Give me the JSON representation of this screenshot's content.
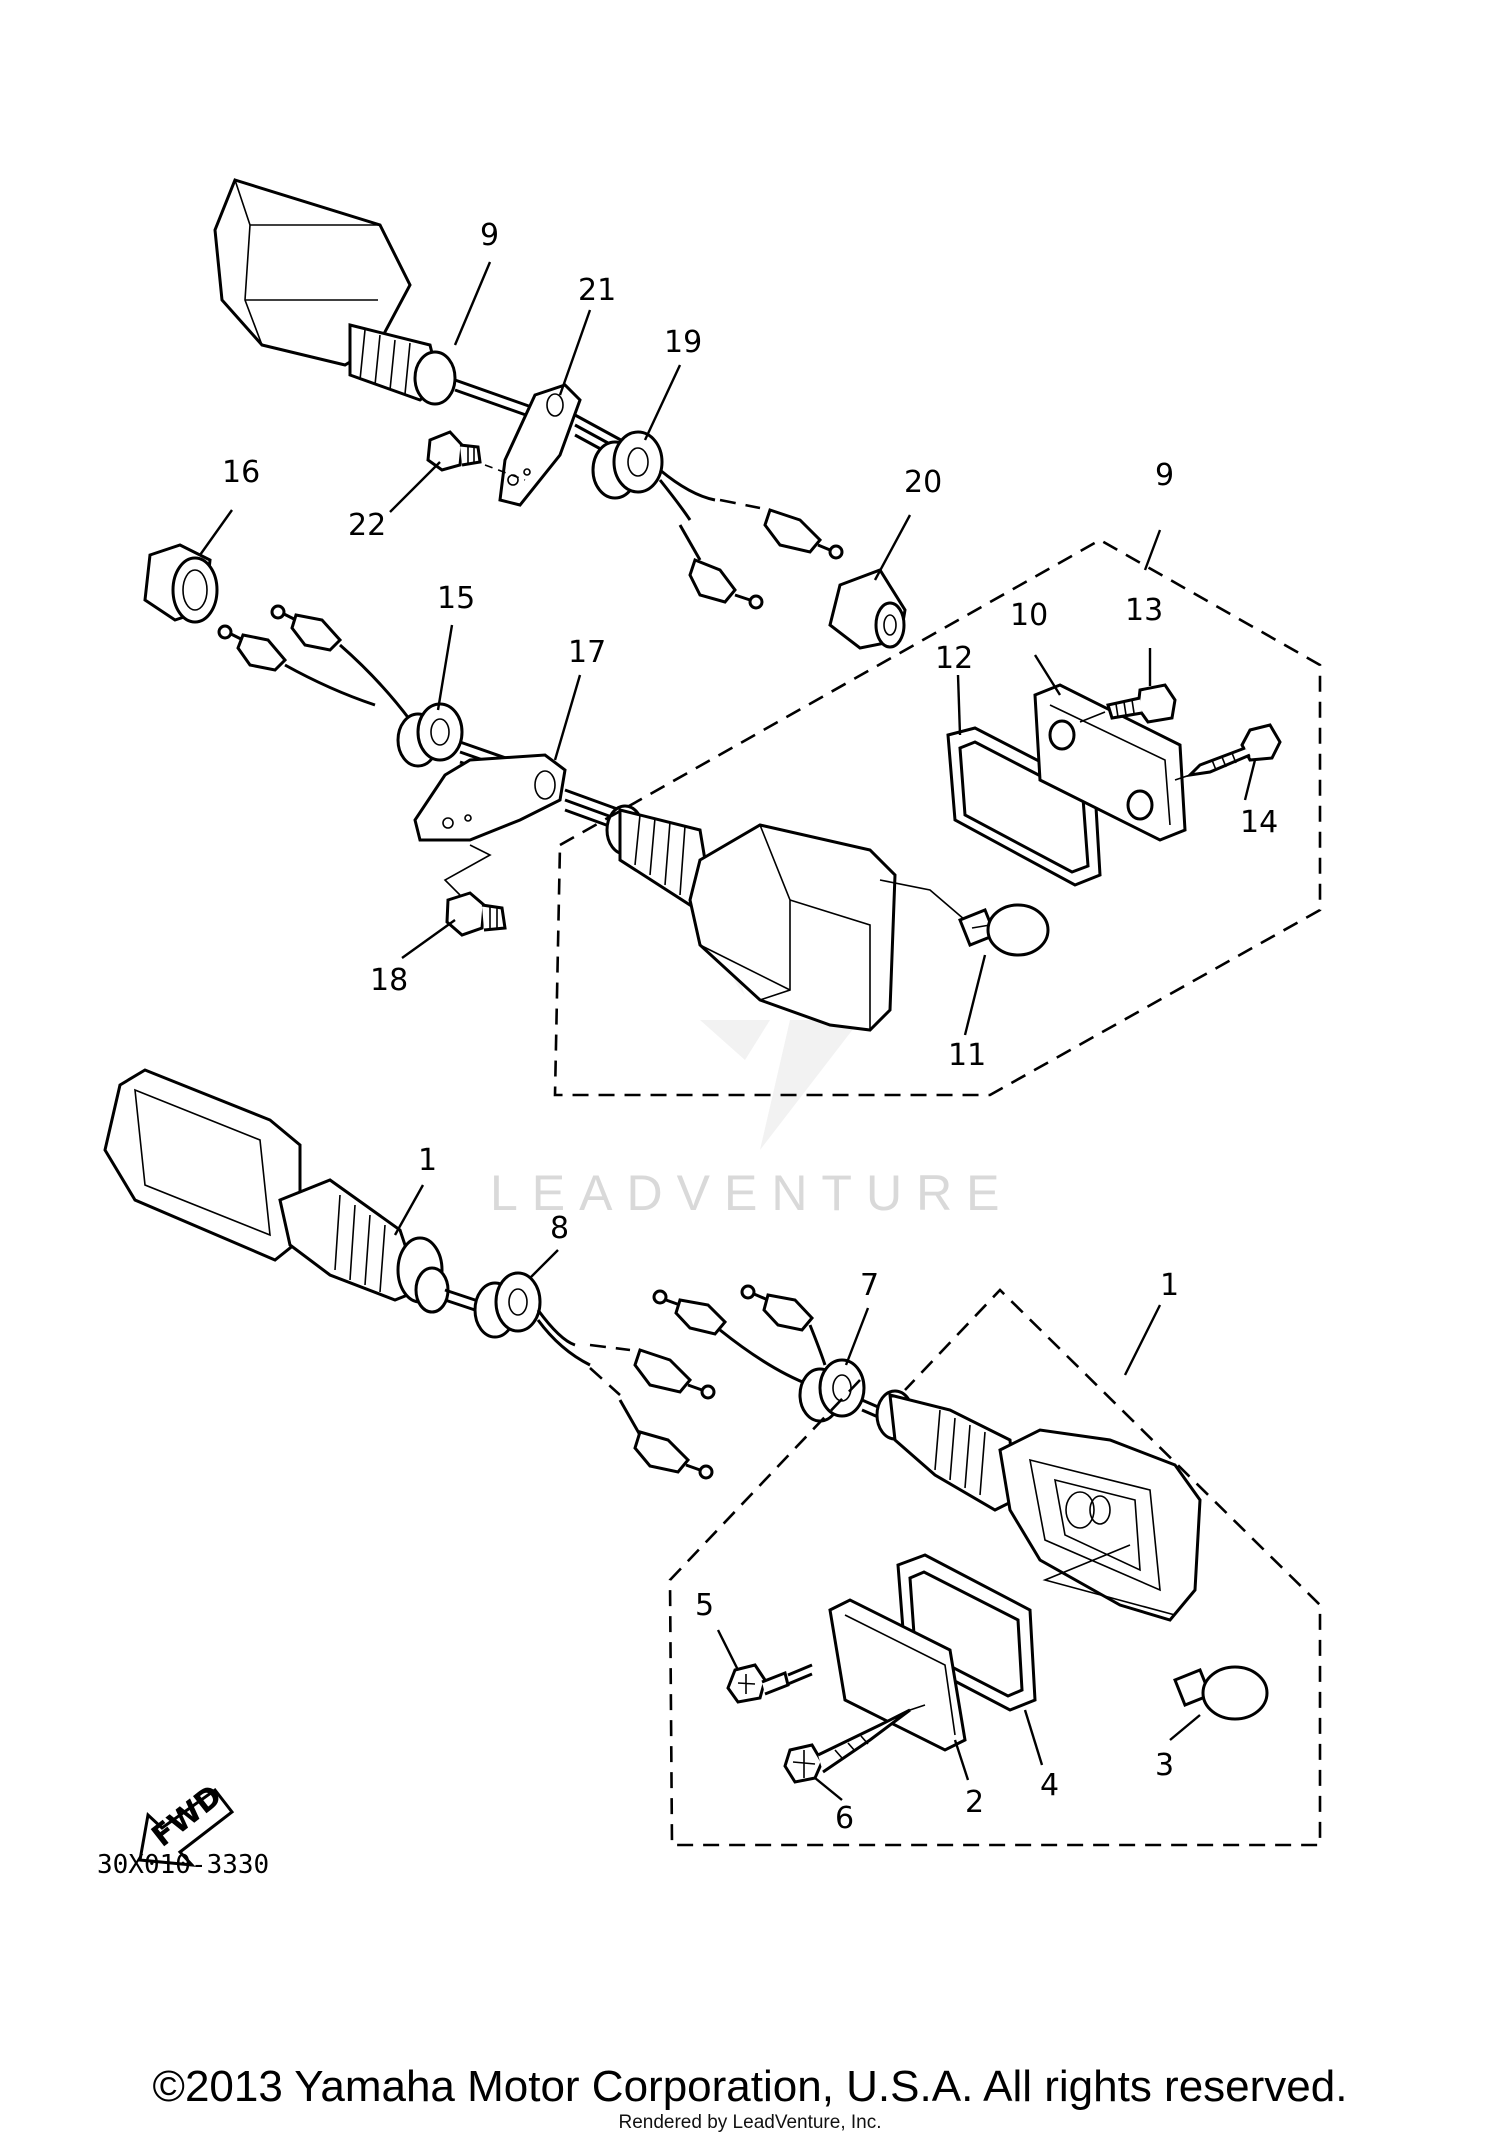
{
  "callouts": [
    {
      "id": "9-top",
      "label": "9"
    },
    {
      "id": "21",
      "label": "21"
    },
    {
      "id": "19",
      "label": "19"
    },
    {
      "id": "22",
      "label": "22"
    },
    {
      "id": "16",
      "label": "16"
    },
    {
      "id": "20",
      "label": "20"
    },
    {
      "id": "9-kit",
      "label": "9"
    },
    {
      "id": "15",
      "label": "15"
    },
    {
      "id": "17",
      "label": "17"
    },
    {
      "id": "10",
      "label": "10"
    },
    {
      "id": "13",
      "label": "13"
    },
    {
      "id": "12",
      "label": "12"
    },
    {
      "id": "14",
      "label": "14"
    },
    {
      "id": "18",
      "label": "18"
    },
    {
      "id": "11",
      "label": "11"
    },
    {
      "id": "1-left",
      "label": "1"
    },
    {
      "id": "8",
      "label": "8"
    },
    {
      "id": "7",
      "label": "7"
    },
    {
      "id": "1-kit",
      "label": "1"
    },
    {
      "id": "5",
      "label": "5"
    },
    {
      "id": "3",
      "label": "3"
    },
    {
      "id": "4",
      "label": "4"
    },
    {
      "id": "2",
      "label": "2"
    },
    {
      "id": "6",
      "label": "6"
    }
  ],
  "fwd_label": "FWD",
  "diagram_code": "30X010-3330",
  "watermark": "LEADVENTURE",
  "copyright": "©2013 Yamaha Motor Corporation, U.S.A. All rights reserved.",
  "rendered_by": "Rendered by LeadVenture, Inc."
}
